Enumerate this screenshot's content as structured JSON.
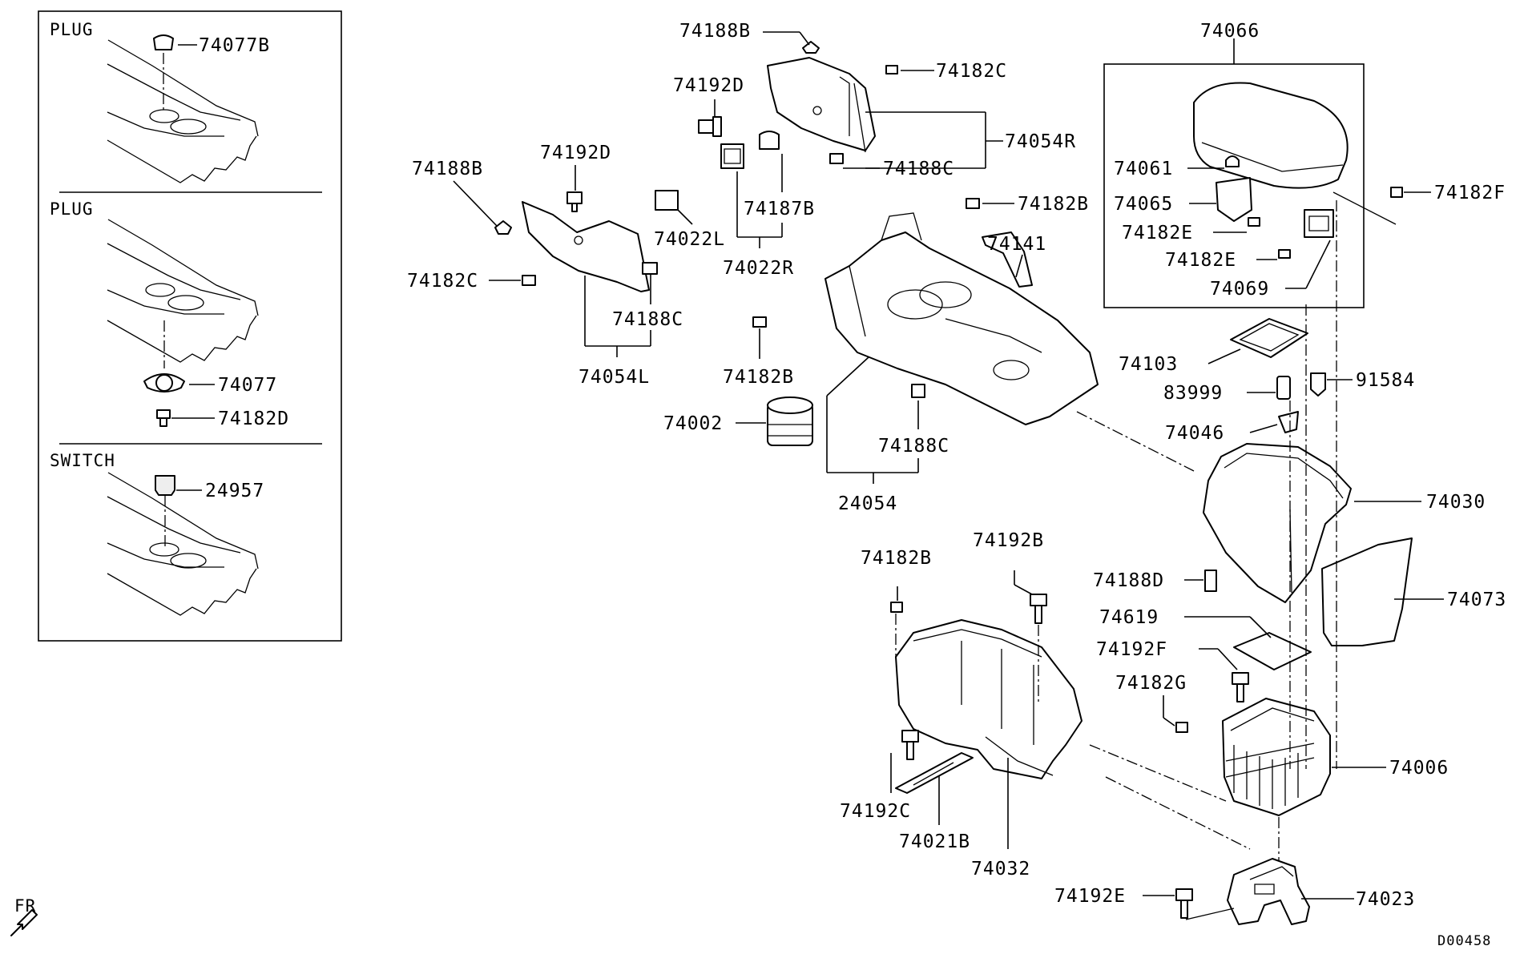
{
  "inset": {
    "sections": [
      {
        "title": "PLUG"
      },
      {
        "title": "PLUG"
      },
      {
        "title": "SWITCH"
      }
    ]
  },
  "parts": {
    "p74077B": "74077B",
    "p74077": "74077",
    "p74182D": "74182D",
    "p24957": "24957",
    "p74188B_top": "74188B",
    "p74192D_top": "74192D",
    "p74182C_top": "74182C",
    "p74054R": "74054R",
    "p74188C_top": "74188C",
    "p74187B": "74187B",
    "p74022R": "74022R",
    "p74188B_left": "74188B",
    "p74192D_left": "74192D",
    "p74022L": "74022L",
    "p74182C_left": "74182C",
    "p74188C_left": "74188C",
    "p74054L": "74054L",
    "p74182B_top": "74182B",
    "p74141": "74141",
    "p74182B_mid": "74182B",
    "p74002": "74002",
    "p74188C_mid": "74188C",
    "p24054": "24054",
    "p74066": "74066",
    "p74061": "74061",
    "p74065": "74065",
    "p74182E_a": "74182E",
    "p74182E_b": "74182E",
    "p74069": "74069",
    "p74182F": "74182F",
    "p74103": "74103",
    "p83999": "83999",
    "p91584": "91584",
    "p74046": "74046",
    "p74030": "74030",
    "p74188D": "74188D",
    "p74073": "74073",
    "p74619": "74619",
    "p74192F": "74192F",
    "p74182G": "74182G",
    "p74006": "74006",
    "p74182B_low": "74182B",
    "p74192B": "74192B",
    "p74192C": "74192C",
    "p74021B": "74021B",
    "p74032": "74032",
    "p74192E": "74192E",
    "p74023": "74023"
  },
  "front_marker": "FR",
  "diagram_code": "D00458"
}
